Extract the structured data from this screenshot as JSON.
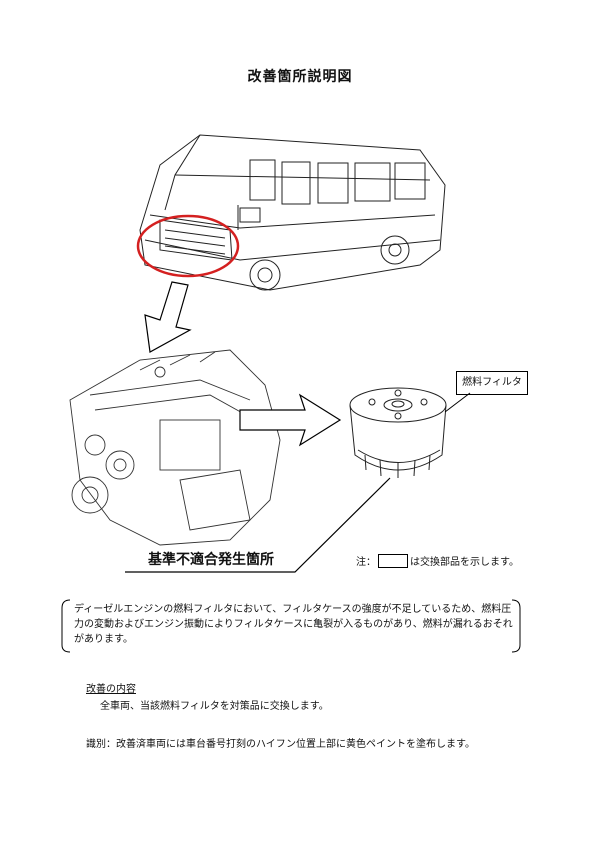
{
  "document": {
    "title": "改善箇所説明図",
    "part_label": "燃料フィルタ",
    "defect_location_label": "基準不適合発生箇所",
    "note_prefix": "注：",
    "note_suffix": "は交換部品を示します。",
    "description": "ディーゼルエンジンの燃料フィルタにおいて、フィルタケースの強度が不足しているため、燃料圧力の変動およびエンジン振動によりフィルタケースに亀裂が入るものがあり、燃料が漏れるおそれがあります。",
    "improvement": {
      "heading": "改善の内容",
      "body": "全車両、当該燃料フィルタを対策品に交換します。"
    },
    "identification": "識別：改善済車両には車台番号打刻のハイフン位置上部に黄色ペイントを塗布します。"
  },
  "colors": {
    "highlight_circle": "#d42020",
    "line": "#000000"
  }
}
